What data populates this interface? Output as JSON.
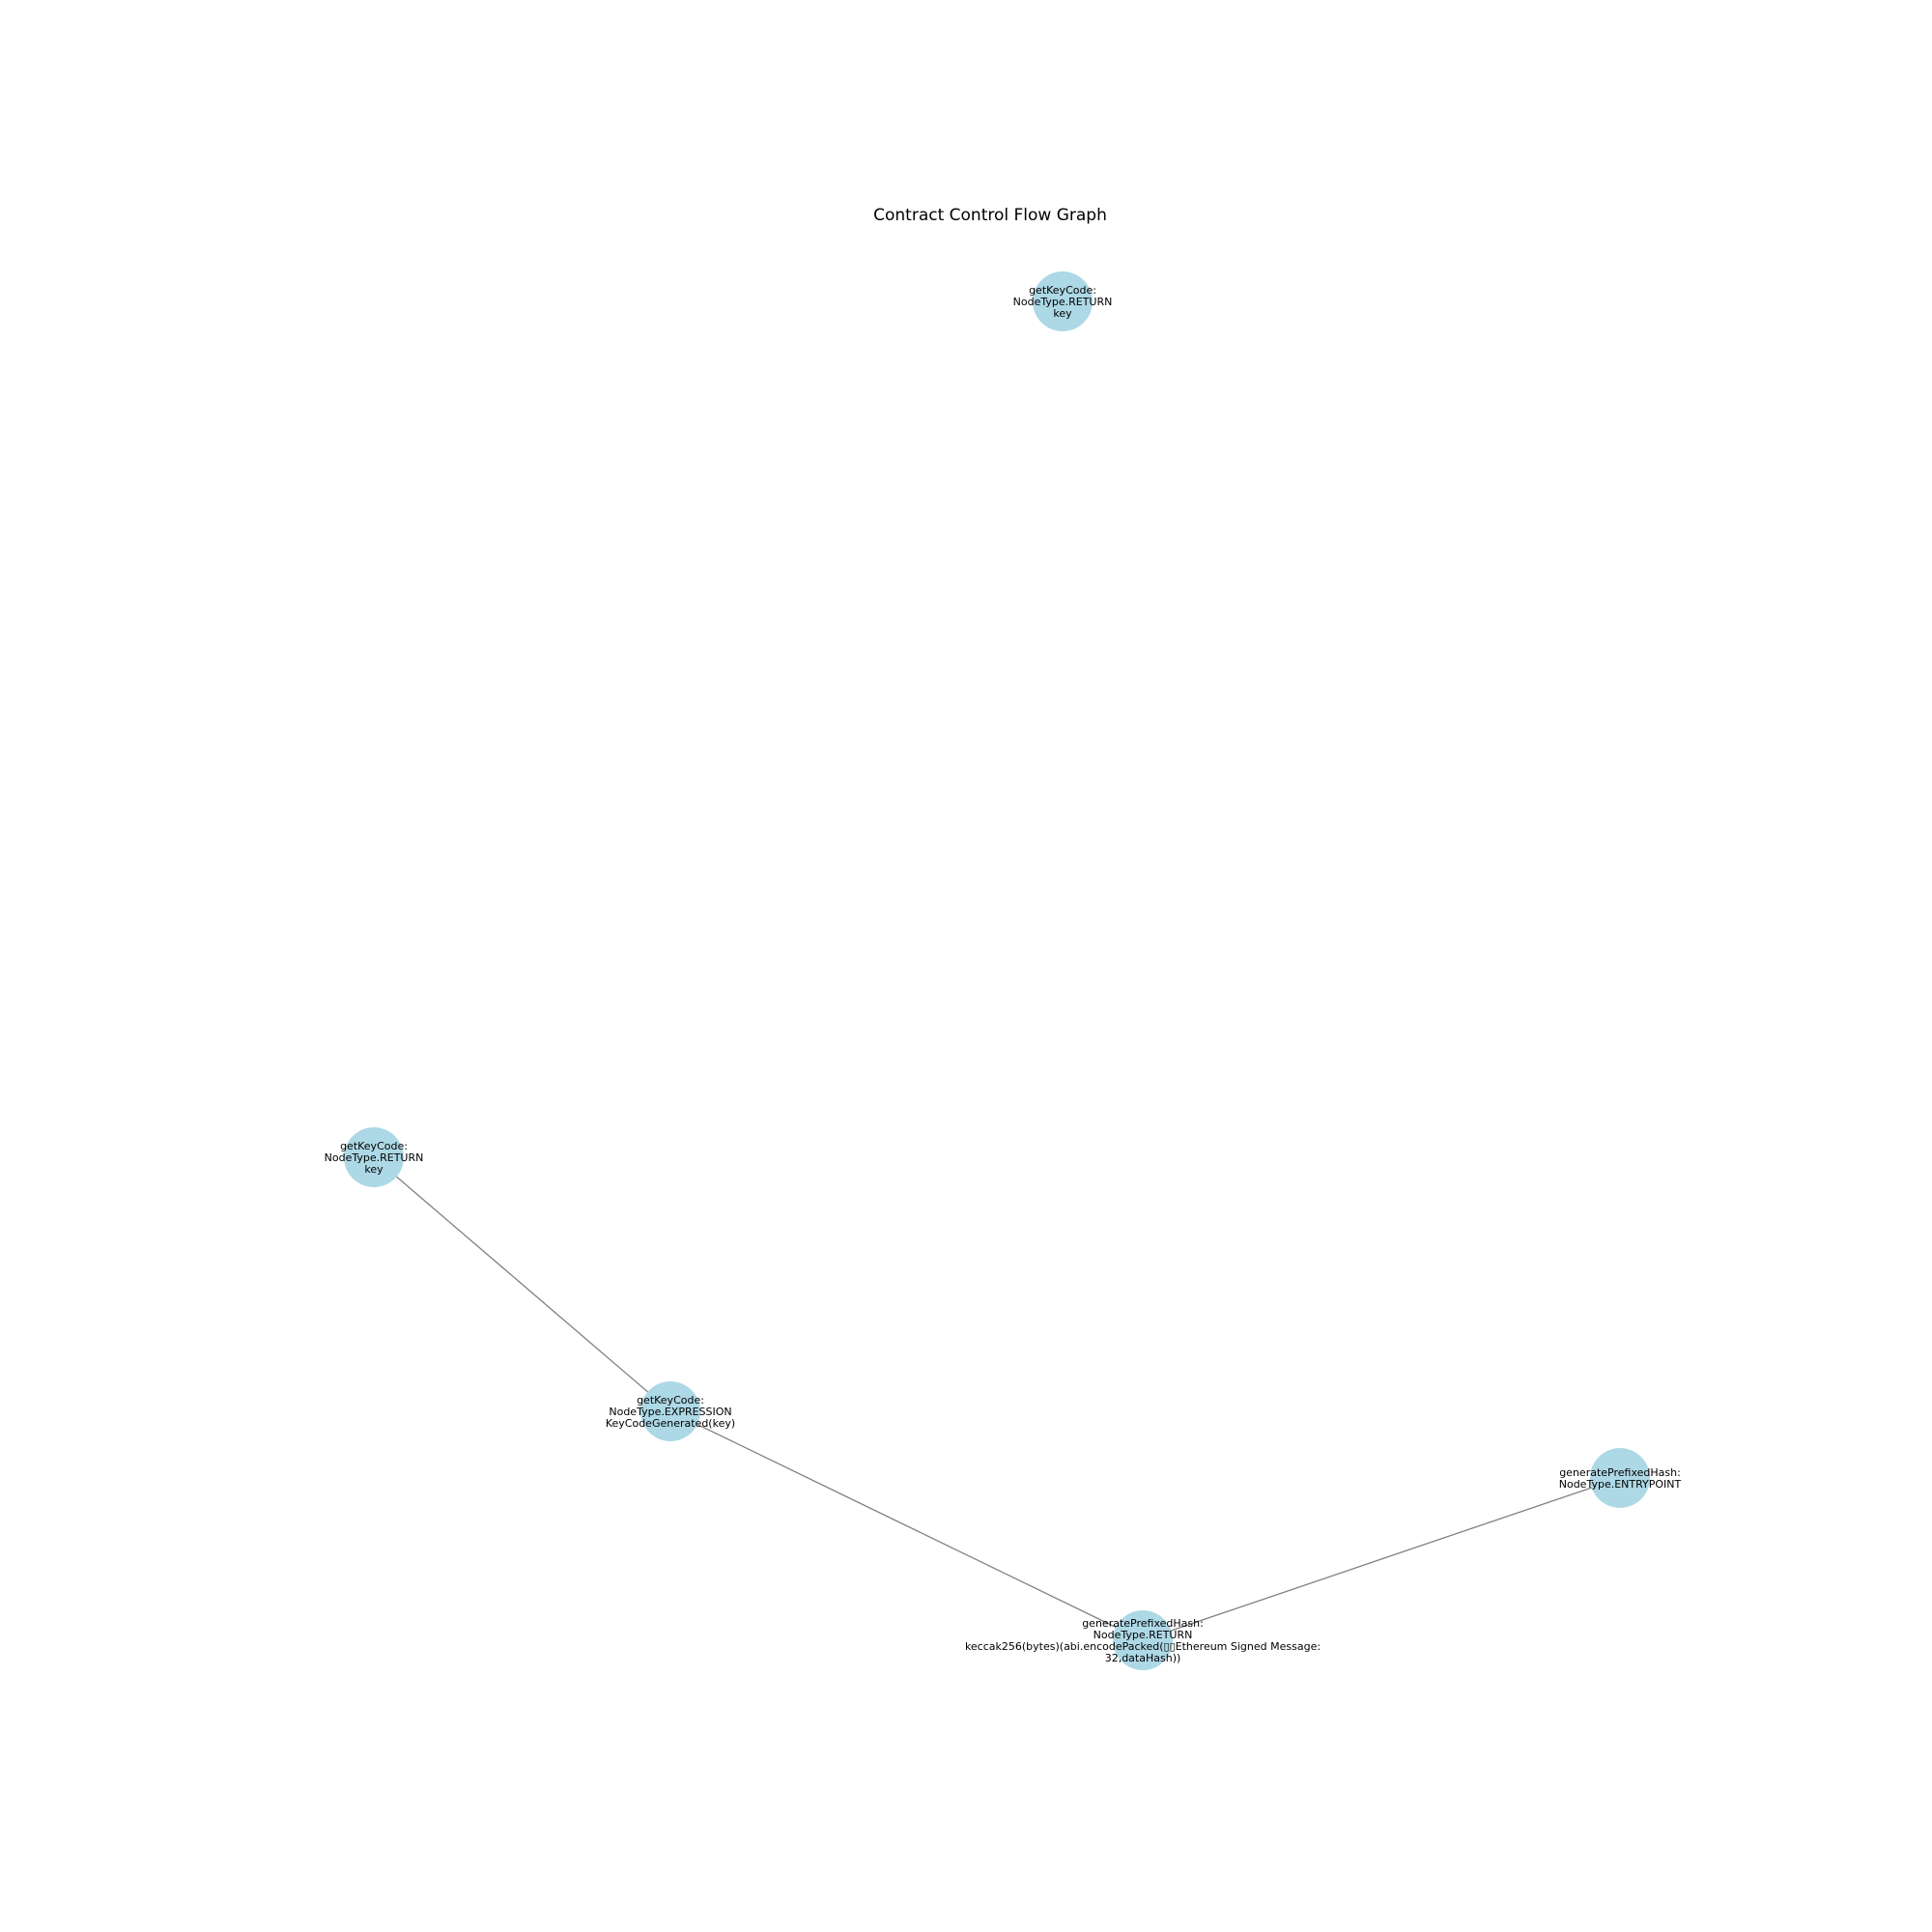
{
  "title": "Contract Control Flow Graph",
  "colors": {
    "background": "#ffffff",
    "node_fill": "#add8e6",
    "edge": "#808080",
    "text": "#000000"
  },
  "nodes": [
    {
      "id": "n1",
      "lines": [
        "getKeyCode:",
        "NodeType.RETURN",
        "key"
      ]
    },
    {
      "id": "n2",
      "lines": [
        "getKeyCode:",
        "NodeType.RETURN",
        "key"
      ]
    },
    {
      "id": "n3",
      "lines": [
        "getKeyCode:",
        "NodeType.EXPRESSION",
        "KeyCodeGenerated(key)"
      ]
    },
    {
      "id": "n4",
      "lines": [
        "generatePrefixedHash:",
        "NodeType.ENTRYPOINT"
      ]
    },
    {
      "id": "n5",
      "lines": [
        "generatePrefixedHash:",
        "NodeType.RETURN",
        "keccak256(bytes)(abi.encodePacked(▯▯Ethereum Signed Message:",
        "32,dataHash))"
      ]
    }
  ],
  "edges": [
    {
      "from": "n2",
      "to": "n3"
    },
    {
      "from": "n3",
      "to": "n5"
    },
    {
      "from": "n5",
      "to": "n4"
    }
  ]
}
